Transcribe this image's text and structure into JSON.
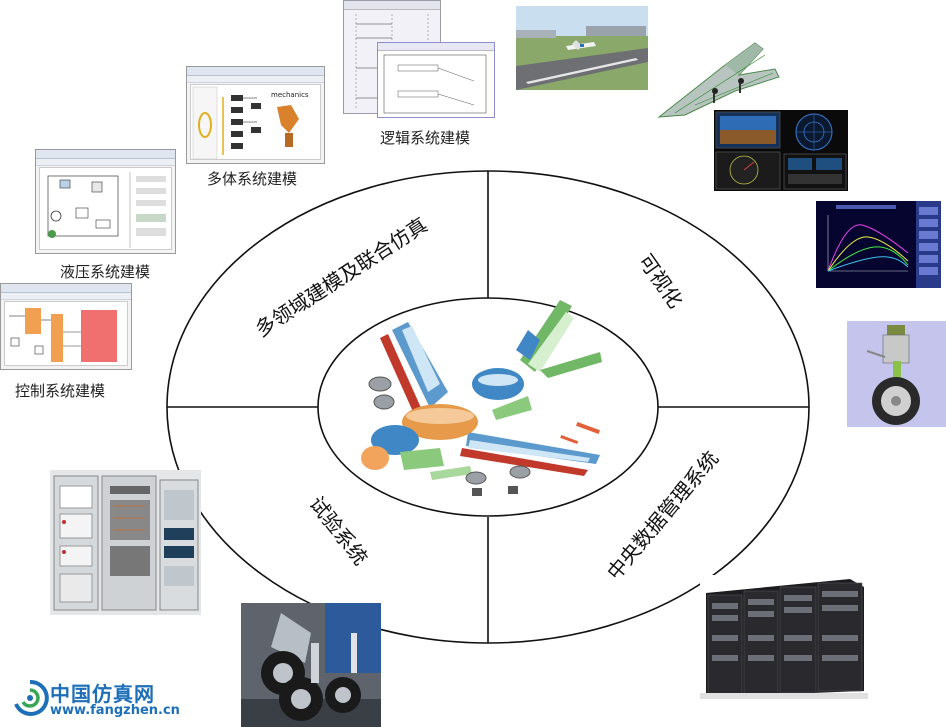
{
  "center": {
    "quadrants": [
      "多领域建模及联合仿真",
      "可视化",
      "试验系统",
      "中央数据管理系统"
    ]
  },
  "thumbnails": {
    "hydraulic": "液压系统建模",
    "multibody": "多体系统建模",
    "logic": "逻辑系统建模",
    "control": "控制系统建模"
  },
  "multibody_screen_text": "mechanics",
  "logo": {
    "name": "中国仿真网",
    "url": "www.fangzhen.cn",
    "colors": {
      "blue": "#1d6fb8",
      "green": "#3aa655"
    }
  }
}
